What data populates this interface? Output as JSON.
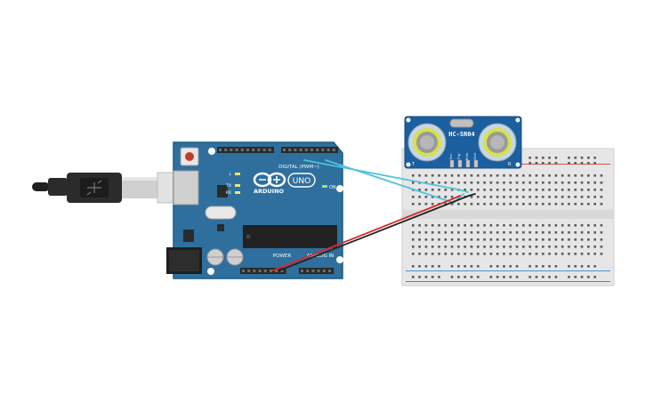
{
  "arduino": {
    "brand": "ARDUINO",
    "model": "UNO",
    "header_digital": "DIGITAL (PWM~)",
    "header_power": "POWER",
    "header_analog": "ANALOG IN",
    "on_label": "ON",
    "led_labels": [
      "L",
      "TX",
      "RX"
    ],
    "colors": {
      "board": "#2e6f9e",
      "board_edge": "#1f5a84",
      "header": "#2a2a2a"
    }
  },
  "sensor": {
    "model": "HC-SR04",
    "pin_labels": [
      "Vcc",
      "Trig",
      "Echo",
      "Gnd"
    ],
    "side_left": "T",
    "side_right": "R",
    "colors": {
      "pcb": "#1b5fa0",
      "transducer_ring": "#d6e24a"
    }
  },
  "breadboard": {
    "colors": {
      "body": "#e6e6e6",
      "rail_red": "#d9534f",
      "rail_blue": "#4a90d9"
    }
  },
  "wires": [
    {
      "name": "trig-wire",
      "color": "#4fc3d9"
    },
    {
      "name": "echo-wire",
      "color": "#4fc3d9"
    },
    {
      "name": "vcc-wire",
      "color": "#d42a2a"
    },
    {
      "name": "gnd-wire",
      "color": "#222222"
    }
  ],
  "usb_cable": {
    "colors": {
      "plug": "#2b2b2b",
      "metal": "#d0d0d0"
    }
  }
}
